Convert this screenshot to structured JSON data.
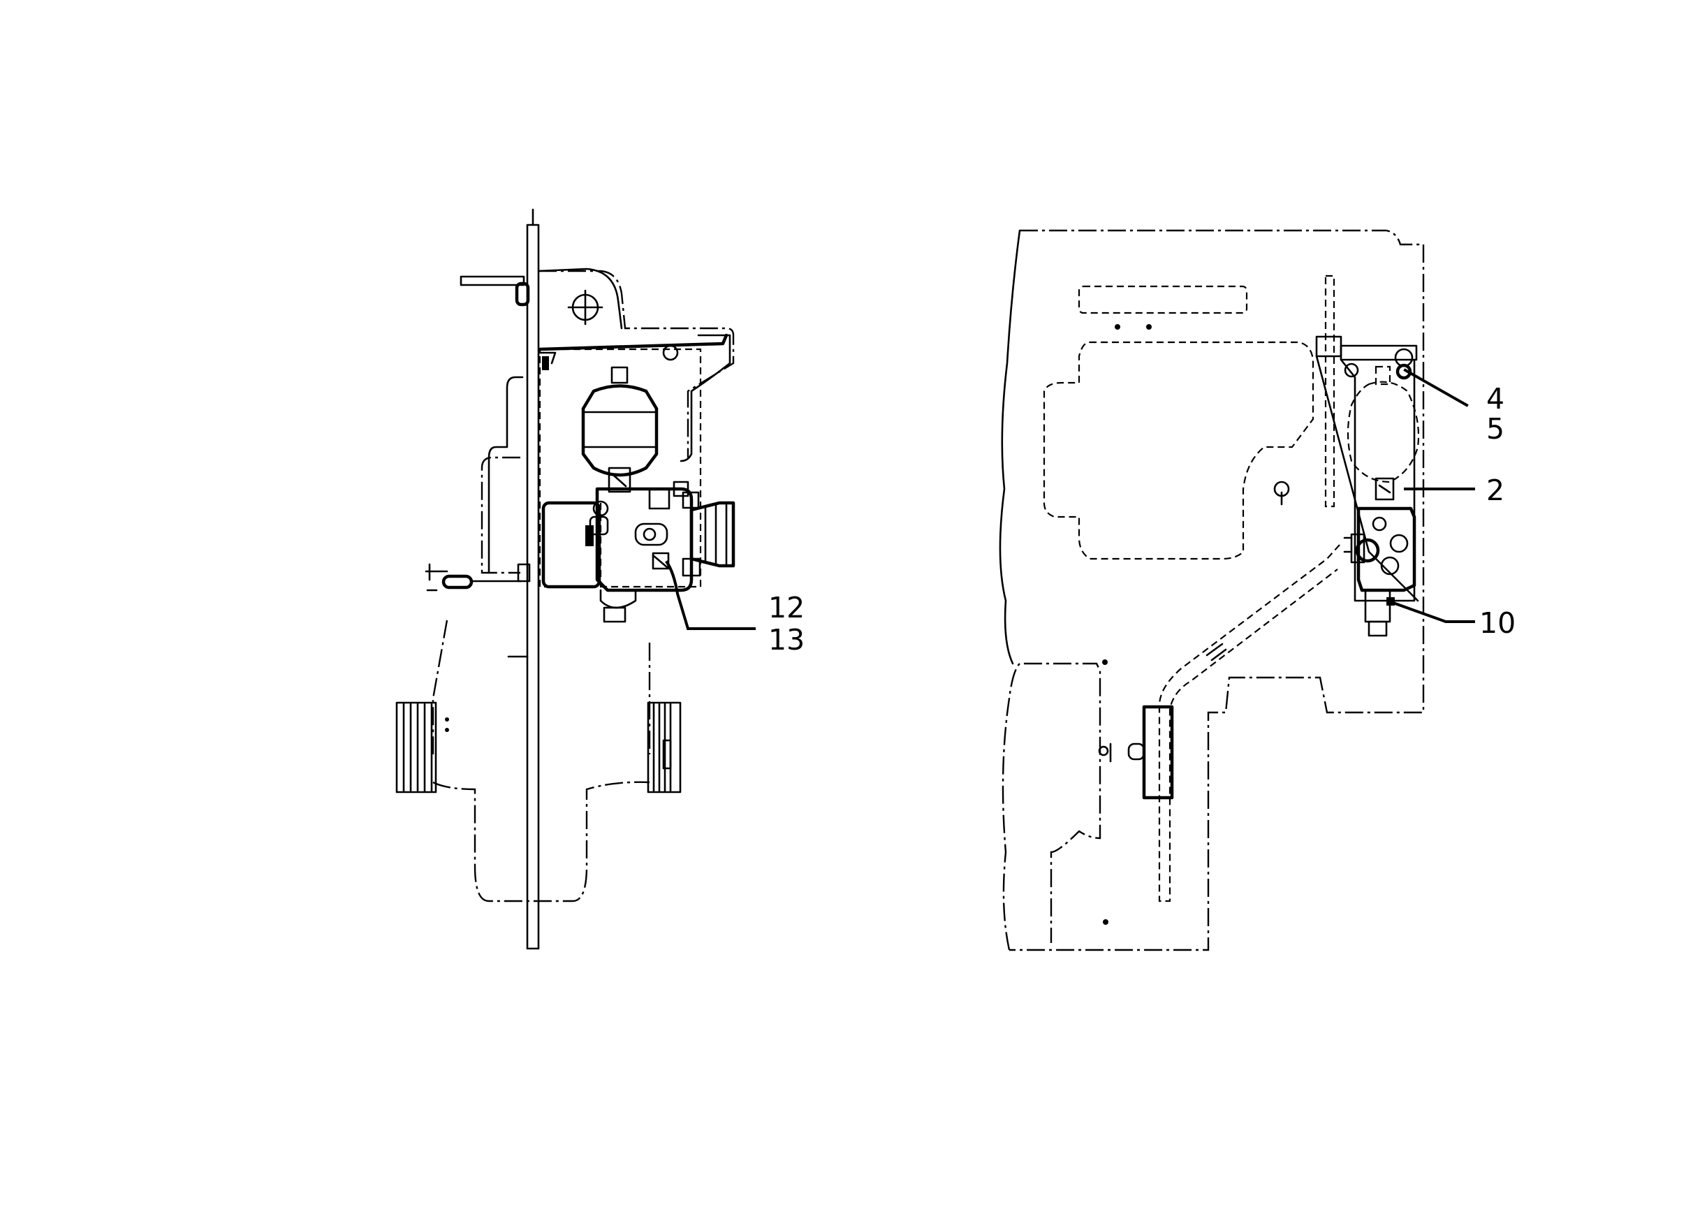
{
  "figure": {
    "callouts": {
      "left": [
        {
          "id": "c12",
          "label": "12"
        },
        {
          "id": "c13",
          "label": "13"
        }
      ],
      "right": [
        {
          "id": "c4",
          "label": "4"
        },
        {
          "id": "c5",
          "label": "5"
        },
        {
          "id": "c2",
          "label": "2"
        },
        {
          "id": "c10",
          "label": "10"
        }
      ]
    },
    "colors": {
      "ink": "#000000",
      "paper": "#ffffff"
    }
  }
}
